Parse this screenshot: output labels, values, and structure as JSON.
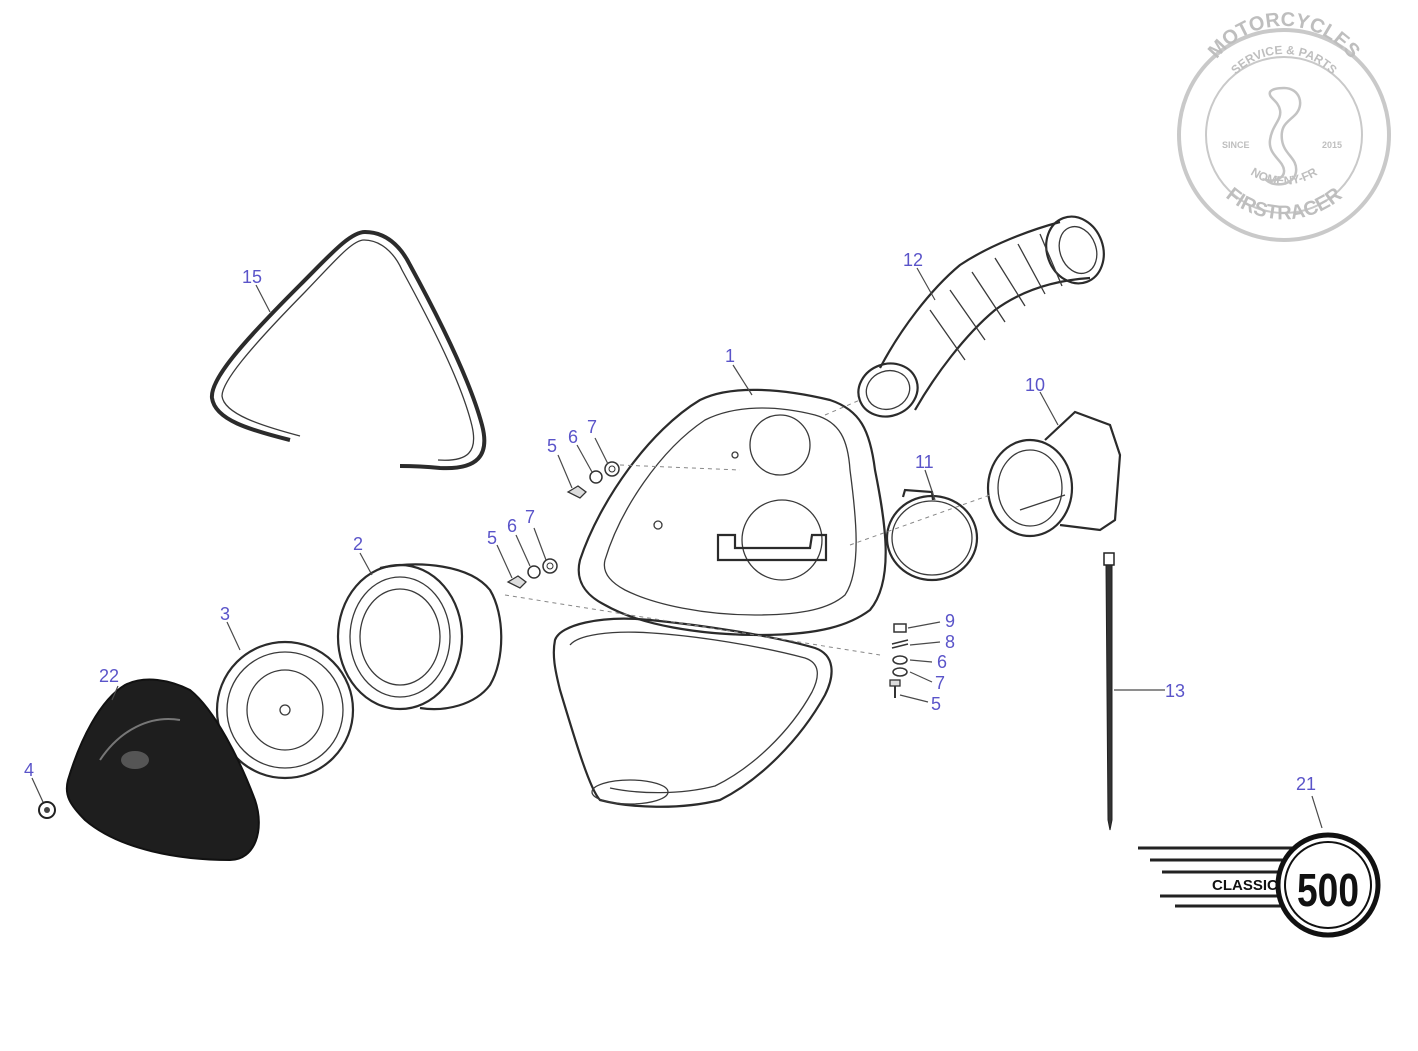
{
  "callouts": {
    "c1": "1",
    "c2": "2",
    "c3": "3",
    "c4": "4",
    "c5a": "5",
    "c6a": "6",
    "c7a": "7",
    "c5b": "5",
    "c6b": "6",
    "c7b": "7",
    "c9": "9",
    "c8": "8",
    "c6c": "6",
    "c7c": "7",
    "c5c": "5",
    "c10": "10",
    "c11": "11",
    "c12": "12",
    "c13": "13",
    "c15": "15",
    "c21": "21",
    "c22": "22"
  },
  "stamp": {
    "top": "MOTORCYCLES",
    "middle_top": "SERVICE & PARTS",
    "since": "SINCE",
    "year": "2015",
    "middle_bottom": "NOMENY-FR",
    "bottom": "FIRSTRACER"
  },
  "badge": {
    "word": "CLASSIC",
    "number": "500"
  },
  "colors": {
    "callout": "#5a54c9",
    "line": "#2b2b2b",
    "stamp": "#b8b8b8"
  }
}
